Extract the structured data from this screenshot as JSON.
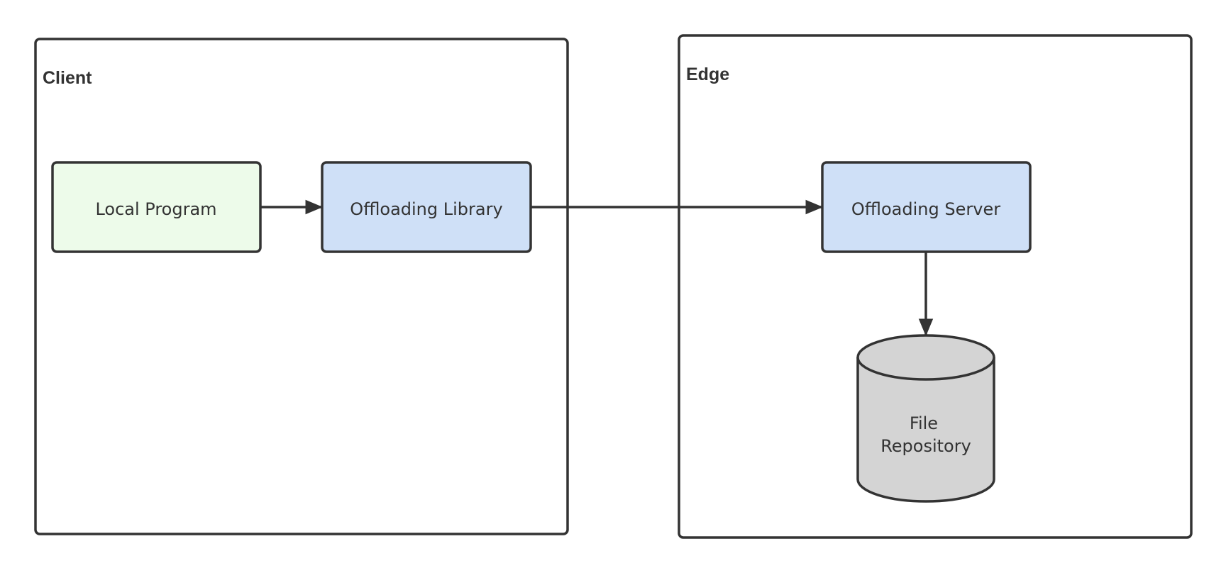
{
  "groups": {
    "client": {
      "label": "Client"
    },
    "edge": {
      "label": "Edge"
    }
  },
  "nodes": {
    "local_program": {
      "label": "Local Program"
    },
    "offloading_library": {
      "label": "Offloading Library"
    },
    "offloading_server": {
      "label": "Offloading Server"
    },
    "file_repository": {
      "label_line1": "File",
      "label_line2": "Repository"
    }
  },
  "edges": [
    {
      "from": "Local Program",
      "to": "Offloading Library"
    },
    {
      "from": "Offloading Library",
      "to": "Offloading Server"
    },
    {
      "from": "Offloading Server",
      "to": "File Repository"
    }
  ],
  "colors": {
    "stroke": "#333333",
    "local_program_fill": "#edfbea",
    "library_fill": "#cfe0f7",
    "server_fill": "#cfe0f7",
    "repository_fill": "#d4d4d4",
    "background": "#ffffff"
  }
}
